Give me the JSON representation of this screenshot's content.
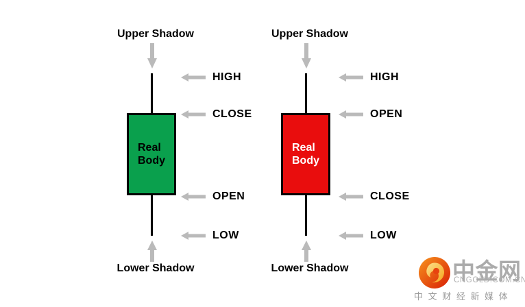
{
  "colors": {
    "background": "#FFFFFF",
    "wick": "#000000",
    "arrow": "#BABABA",
    "bullish_body": "#0AA04D",
    "bearish_body": "#E90D0D",
    "label_text": "#000000",
    "logo_red": "#D81E05",
    "logo_orange": "#F7931E",
    "logo_gold": "#F9C33C",
    "logo_gray": "#ABABAB"
  },
  "candles": [
    {
      "type": "bullish",
      "upper_shadow_label": "Upper Shadow",
      "lower_shadow_label": "Lower Shadow",
      "body_label_line1": "Real",
      "body_label_line2": "Body",
      "body_color": "#0AA04D",
      "body_text_color": "#000000",
      "price_labels": [
        "HIGH",
        "CLOSE",
        "OPEN",
        "LOW"
      ]
    },
    {
      "type": "bearish",
      "upper_shadow_label": "Upper Shadow",
      "lower_shadow_label": "Lower Shadow",
      "body_label_line1": "Real",
      "body_label_line2": "Body",
      "body_color": "#E90D0D",
      "body_text_color": "#FFFFFF",
      "price_labels": [
        "HIGH",
        "OPEN",
        "CLOSE",
        "LOW"
      ]
    }
  ],
  "logo": {
    "name": "中金网",
    "domain": "CNGOLD.COM.CN",
    "tagline": "中 文 财 经 新 媒 体"
  }
}
